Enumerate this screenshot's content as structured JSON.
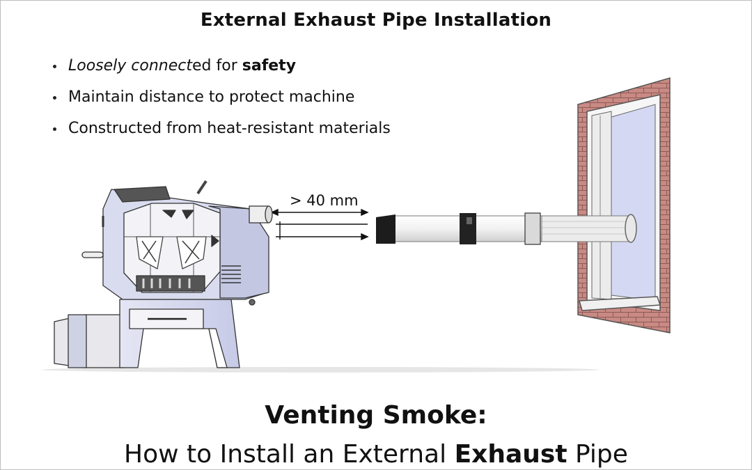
{
  "title": "External Exhaust Pipe Installation",
  "bullets": [
    {
      "italic": "Loosely connect",
      "rest_a": "ed for ",
      "bold": "safety"
    },
    {
      "text": "Maintain distance to protect machine"
    },
    {
      "text": "Constructed from heat-resistant materials"
    }
  ],
  "dimension_label": "> 40 mm",
  "footer": {
    "line1": "Venting Smoke:",
    "line2_a": "How to Install an External ",
    "line2_bold": "Exhaust",
    "line2_b": " Pipe"
  },
  "colors": {
    "machine_panel": "#d9dcef",
    "machine_dark": "#4a4a4a",
    "brick": "#c98a84",
    "window_glass": "#d5d8f2",
    "pipe": "#f4f4f4"
  }
}
